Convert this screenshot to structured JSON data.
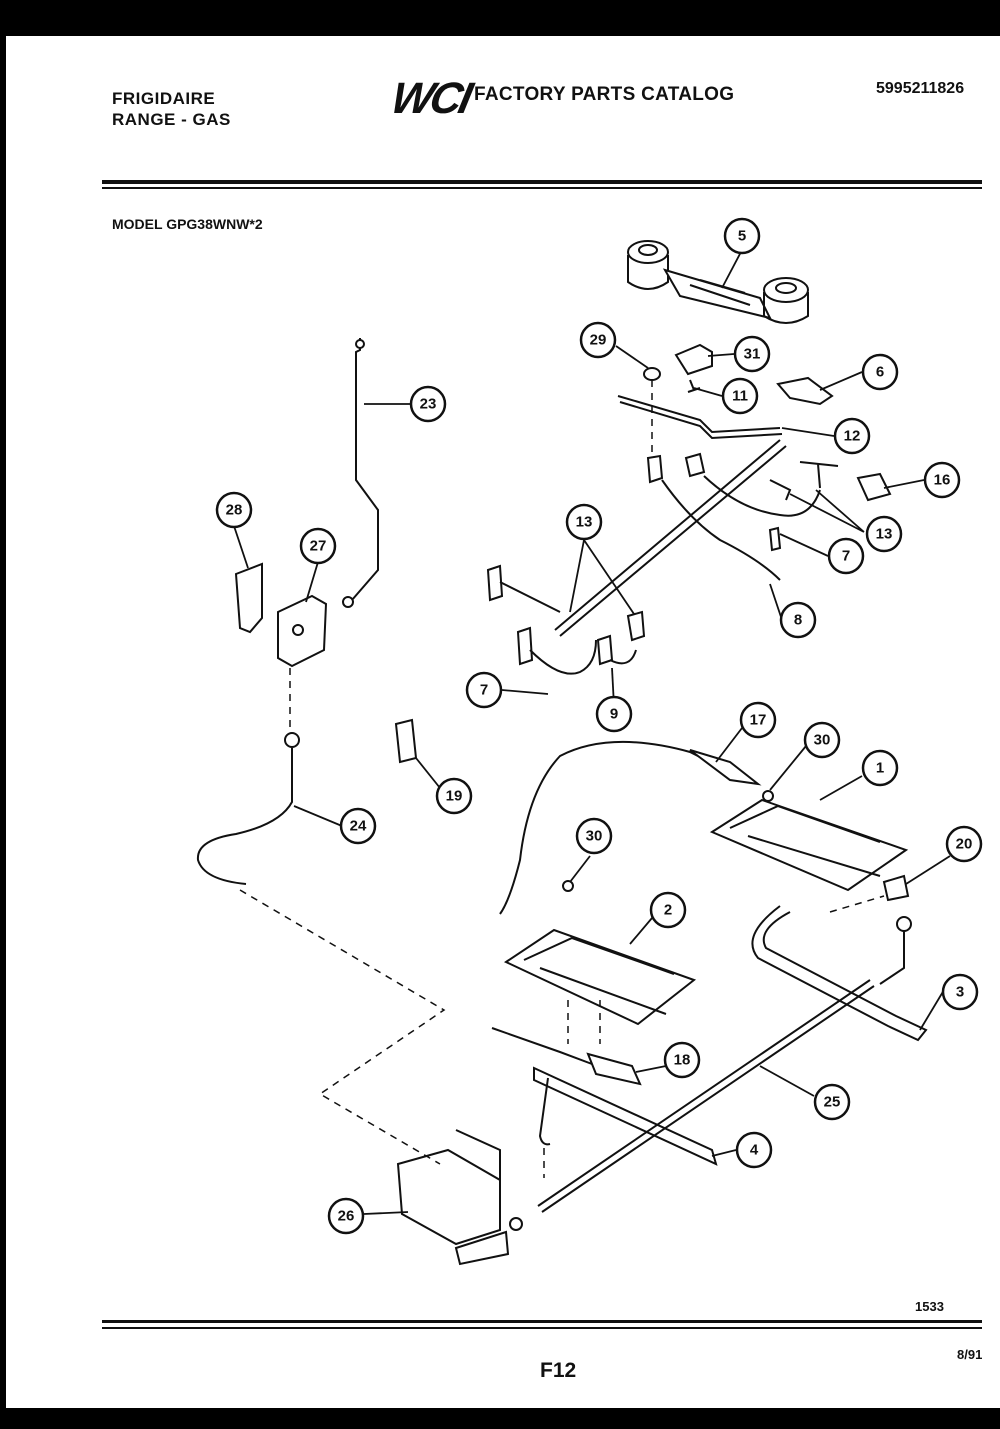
{
  "header": {
    "brand_line1": "FRIGIDAIRE",
    "brand_line2": "RANGE - GAS",
    "logo": "WCI",
    "catalog_title": "FACTORY PARTS CATALOG",
    "catalog_number": "5995211826"
  },
  "model_label": "MODEL GPG38WNW*2",
  "callouts": [
    {
      "id": "5",
      "label": "5"
    },
    {
      "id": "29",
      "label": "29"
    },
    {
      "id": "31",
      "label": "31"
    },
    {
      "id": "6",
      "label": "6"
    },
    {
      "id": "11",
      "label": "11"
    },
    {
      "id": "23",
      "label": "23"
    },
    {
      "id": "12",
      "label": "12"
    },
    {
      "id": "16",
      "label": "16"
    },
    {
      "id": "13a",
      "label": "13"
    },
    {
      "id": "13b",
      "label": "13"
    },
    {
      "id": "28",
      "label": "28"
    },
    {
      "id": "27",
      "label": "27"
    },
    {
      "id": "7a",
      "label": "7"
    },
    {
      "id": "8",
      "label": "8"
    },
    {
      "id": "7b",
      "label": "7"
    },
    {
      "id": "9",
      "label": "9"
    },
    {
      "id": "17",
      "label": "17"
    },
    {
      "id": "30a",
      "label": "30"
    },
    {
      "id": "1",
      "label": "1"
    },
    {
      "id": "19",
      "label": "19"
    },
    {
      "id": "24",
      "label": "24"
    },
    {
      "id": "30b",
      "label": "30"
    },
    {
      "id": "20",
      "label": "20"
    },
    {
      "id": "2",
      "label": "2"
    },
    {
      "id": "3",
      "label": "3"
    },
    {
      "id": "18",
      "label": "18"
    },
    {
      "id": "25",
      "label": "25"
    },
    {
      "id": "4",
      "label": "4"
    },
    {
      "id": "26",
      "label": "26"
    }
  ],
  "footer": {
    "illustration_number": "1533",
    "page_label": "F12",
    "date": "8/91"
  }
}
